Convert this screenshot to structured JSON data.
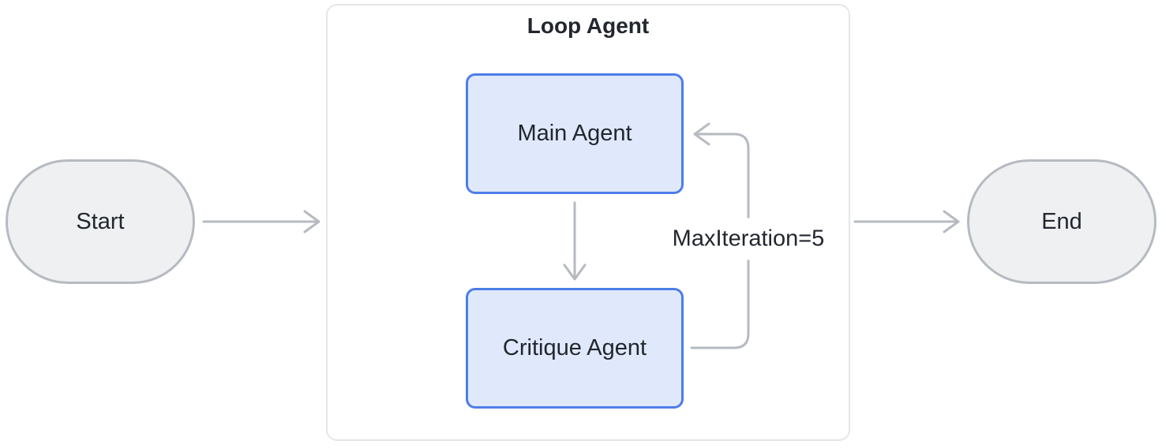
{
  "diagram": {
    "title": "Loop Agent",
    "nodes": {
      "start": {
        "label": "Start",
        "shape": "pill"
      },
      "main_agent": {
        "label": "Main Agent",
        "shape": "rounded-rect"
      },
      "critique_agent": {
        "label": "Critique Agent",
        "shape": "rounded-rect"
      },
      "end": {
        "label": "End",
        "shape": "pill"
      }
    },
    "edges": {
      "start_to_loop": {
        "from": "start",
        "to": "loop_agent_container",
        "label": ""
      },
      "main_to_critique": {
        "from": "main_agent",
        "to": "critique_agent",
        "label": ""
      },
      "critique_to_main": {
        "from": "critique_agent",
        "to": "main_agent",
        "label": "MaxIteration=5"
      },
      "loop_to_end": {
        "from": "loop_agent_container",
        "to": "end",
        "label": ""
      }
    },
    "colors": {
      "background": "#ffffff",
      "text": "#22262e",
      "edge": "#b6bac1",
      "terminal_fill": "#eef0f2",
      "terminal_border": "#b6bac1",
      "agent_fill": "#e0e9fb",
      "agent_border": "#4c7de8",
      "container_border": "#e5e6ea"
    }
  }
}
